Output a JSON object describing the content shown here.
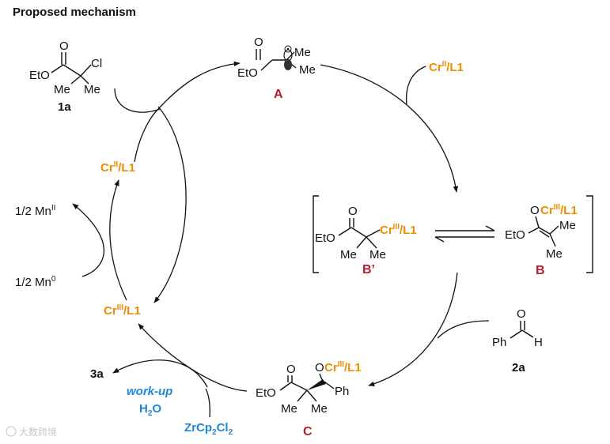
{
  "title": "Proposed mechanism",
  "atoms": {
    "o": "O",
    "cl": "Cl",
    "eto": "EtO",
    "me": "Me",
    "ph": "Ph",
    "h": "H"
  },
  "compounds": {
    "c1a": "1a",
    "c2a": "2a",
    "c3a": "3a"
  },
  "intermediates": {
    "A": "A",
    "B": "B",
    "Bp": "B’",
    "C": "C"
  },
  "chromium": {
    "cr2_top": {
      "metal": "Cr",
      "ox": "II",
      "ligand": "/L1"
    },
    "cr2_left": {
      "metal": "Cr",
      "ox": "II",
      "ligand": "/L1"
    },
    "cr3_left": {
      "metal": "Cr",
      "ox": "III",
      "ligand": "/L1"
    },
    "cr3_bp": {
      "metal": "Cr",
      "ox": "III",
      "ligand": "/L1"
    },
    "cr3_b": {
      "metal": "Cr",
      "ox": "III",
      "ligand": "/L1"
    },
    "cr3_c": {
      "metal": "Cr",
      "ox": "III",
      "ligand": "/L1"
    }
  },
  "manganese": {
    "mn2": {
      "coef": "1/2 Mn",
      "ox": "II"
    },
    "mn0": {
      "coef": "1/2 Mn",
      "ox": "0"
    }
  },
  "workup": {
    "label": "work-up",
    "water_h": "H",
    "water_sub": "2",
    "water_o": "O"
  },
  "zr_reagent": [
    "ZrCp",
    "2",
    "Cl",
    "2"
  ],
  "watermark": "大数跨境",
  "colors": {
    "cr_orange": "#f08c00",
    "label_red": "#b02030",
    "reagent_blue": "#1e88d6"
  }
}
